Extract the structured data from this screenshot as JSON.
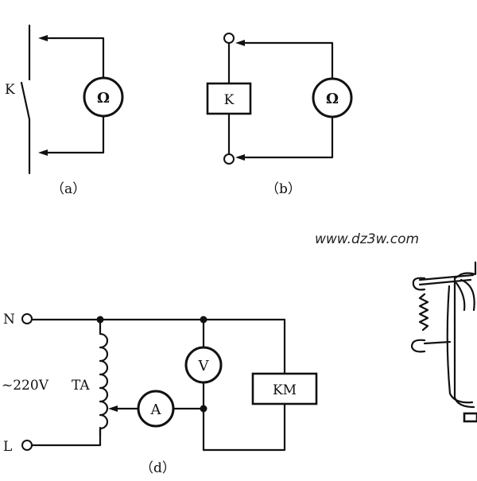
{
  "circuit_a": {
    "switch_label": "K",
    "meter_symbol": "Ω",
    "caption": "（a）"
  },
  "circuit_b": {
    "coil_label": "K",
    "meter_symbol": "Ω",
    "caption": "（b）"
  },
  "circuit_d": {
    "terminal_n": "N",
    "terminal_l": "L",
    "supply_label": "~220V",
    "transformer_label": "TA",
    "voltmeter_symbol": "V",
    "ammeter_symbol": "A",
    "contactor_label": "KM",
    "caption": "（d）"
  },
  "watermark": "www.dz3w.com"
}
